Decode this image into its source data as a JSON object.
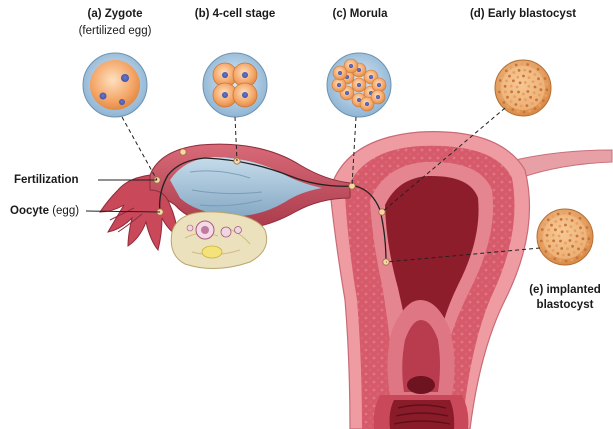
{
  "stages": [
    {
      "key": "a",
      "title": "(a) Zygote",
      "subtitle": "(fertilized egg)"
    },
    {
      "key": "b",
      "title": "(b) 4-cell stage"
    },
    {
      "key": "c",
      "title": "(c) Morula"
    },
    {
      "key": "d",
      "title": "(d) Early blastocyst"
    },
    {
      "key": "e",
      "title_line1": "(e) implanted",
      "title_line2": "blastocyst"
    }
  ],
  "side_labels": {
    "fertilization": "Fertilization",
    "oocyte_bold": "Oocyte",
    "oocyte_rest": " (egg)"
  },
  "colors": {
    "uterus_outer": "#e88f96",
    "uterus_wall": "#c9485a",
    "uterus_lumen": "#8e1d2b",
    "tube": "#c45263",
    "tube_inner": "#a8c4d8",
    "ovary": "#e9ddb4",
    "cell_orange": "#f2a46a",
    "cell_ring": "#9dc1dd",
    "leader": "#222222"
  }
}
